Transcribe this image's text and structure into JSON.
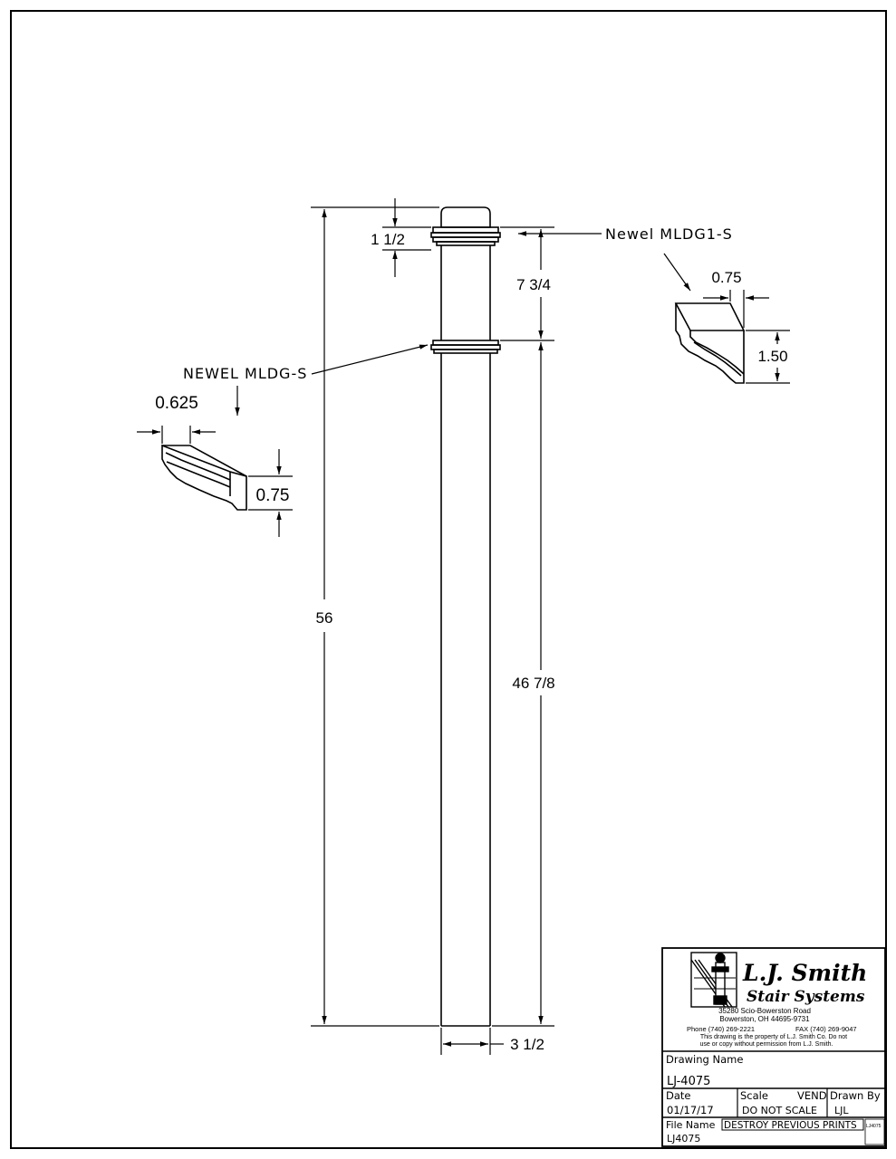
{
  "drawing": {
    "dimensions": {
      "overall_height": "56",
      "cap_height": "1 1/2",
      "upper_section": "7 3/4",
      "lower_section": "46 7/8",
      "post_width": "3 1/2"
    },
    "callouts": {
      "top_molding": "Newel MLDG1-S",
      "mid_molding": "NEWEL MLDG-S"
    },
    "right_profile": {
      "width": "0.75",
      "height": "1.50"
    },
    "left_profile": {
      "width": "0.625",
      "height": "0.75"
    }
  },
  "title_block": {
    "company": {
      "name_line1": "L.J. Smith",
      "name_line2": "Stair Systems",
      "address1": "35280 Scio-Bowerston Road",
      "address2": "Bowerston, OH 44695-9731",
      "phone": "Phone (740) 269-2221",
      "fax": "FAX (740) 269-9047",
      "notice1": "This drawing is the property of L.J. Smith Co. Do not",
      "notice2": "use or copy without permission from L.J. Smith."
    },
    "drawing_name_label": "Drawing Name",
    "drawing_name": "LJ-4075",
    "date_label": "Date",
    "date": "01/17/17",
    "scale_label": "Scale",
    "vend_label": "VEND",
    "scale_value": "DO NOT SCALE",
    "drawn_by_label": "Drawn By",
    "drawn_by": "LJL",
    "file_name_label": "File Name",
    "destroy_note": "DESTROY PREVIOUS PRINTS",
    "file_name": "LJ4075",
    "small_stamp": "LJ4075"
  }
}
